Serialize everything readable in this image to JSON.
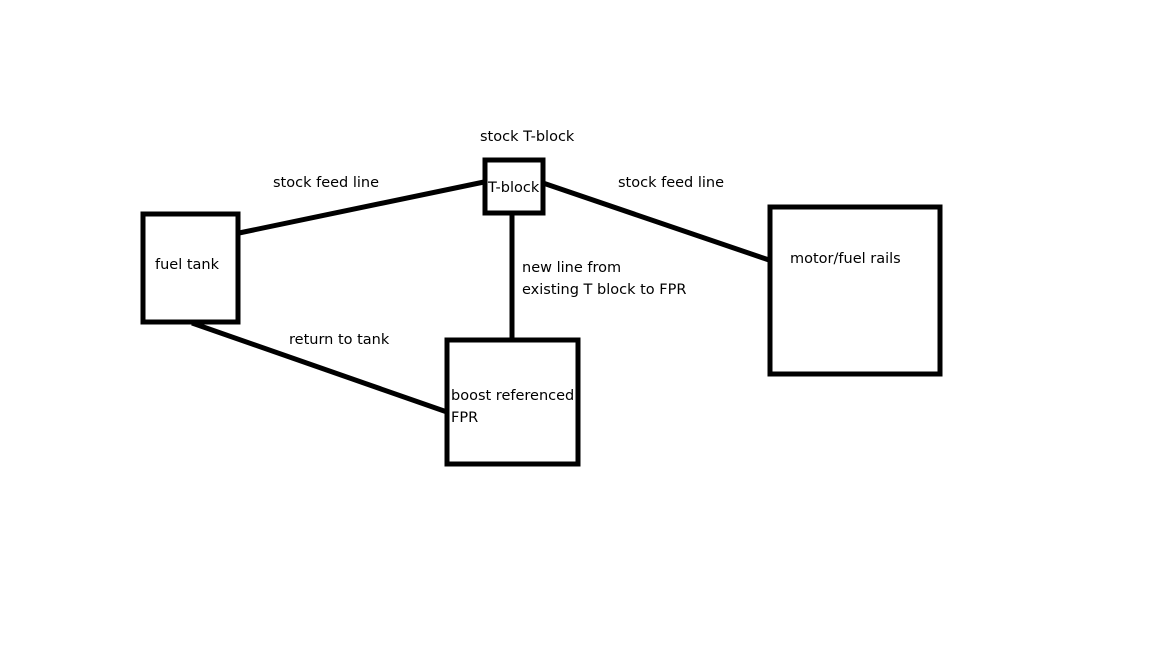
{
  "diagram": {
    "title": "stock T-block",
    "colors": {
      "stroke": "#000000",
      "background": "#ffffff"
    },
    "nodes": [
      {
        "id": "fuel_tank",
        "label": "fuel tank"
      },
      {
        "id": "t_block",
        "label": "T-block"
      },
      {
        "id": "motor",
        "label": "motor/fuel rails"
      },
      {
        "id": "fpr",
        "label_line1": "boost referenced",
        "label_line2": "FPR"
      }
    ],
    "edges": [
      {
        "from": "fuel_tank",
        "to": "t_block",
        "label": "stock feed line"
      },
      {
        "from": "t_block",
        "to": "motor",
        "label": "stock feed line"
      },
      {
        "from": "t_block",
        "to": "fpr",
        "label_line1": "new line from",
        "label_line2": "existing T block to FPR"
      },
      {
        "from": "fpr",
        "to": "fuel_tank",
        "label": "return to tank"
      }
    ]
  }
}
